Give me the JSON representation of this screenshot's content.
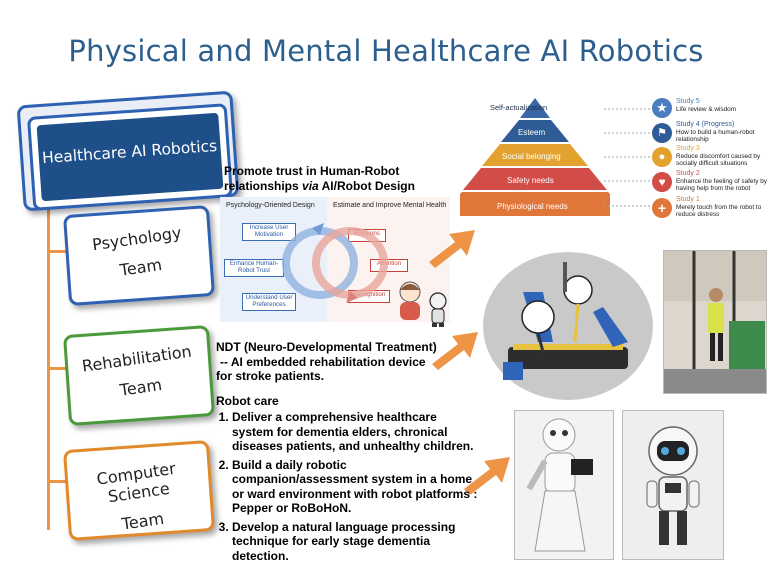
{
  "title": "Physical and Mental Healthcare AI Robotics",
  "hierarchy": {
    "root": "Healthcare AI Robotics",
    "teams": [
      {
        "line1": "Psychology",
        "line2": "Team"
      },
      {
        "line1": "Rehabilitation",
        "line2": "Team"
      },
      {
        "line1": "Computer Science",
        "line2": "Team"
      }
    ]
  },
  "colors": {
    "title": "#2d5f8e",
    "psychology_border": "#2f61b3",
    "rehab_border": "#4a9a3c",
    "cs_border": "#e08a2c",
    "arrow": "#ee9446"
  },
  "psychology": {
    "heading_line1": "Promote trust in Human-Robot",
    "heading_line2_a": "relationships ",
    "heading_line2_via": "via",
    "heading_line2_b": " AI/Robot Design",
    "diagram": {
      "left_title": "Psychology-Oriented Design",
      "right_title": "Estimate and Improve Mental Health",
      "left_boxes": [
        "Increase User Motivation",
        "Enhance Human-Robot Trust",
        "Understand User Preferences"
      ],
      "right_boxes": [
        "Emotions",
        "Attention",
        "Recognition"
      ]
    }
  },
  "pyramid": {
    "levels": [
      "Self-actualization",
      "Esteem",
      "Social belonging",
      "Safety needs",
      "Physiological needs"
    ],
    "studies": [
      {
        "label": "Study 5",
        "desc": "Life review & wisdom",
        "icon": "star-icon",
        "color": "#4a7ebf"
      },
      {
        "label": "Study 4 (Progress)",
        "desc": "How to build a human-robot relationship",
        "icon": "flag-icon",
        "color": "#2f5b96"
      },
      {
        "label": "Study 3",
        "desc": "Reduce discomfort caused by socially difficult situations",
        "icon": "person-icon",
        "color": "#e3a22f"
      },
      {
        "label": "Study 2",
        "desc": "Enhance the feeling of safety by having help from the robot",
        "icon": "heart-icon",
        "color": "#d24c48"
      },
      {
        "label": "Study 1",
        "desc": "Merely touch from the robot to reduce distress",
        "icon": "plus-icon",
        "color": "#e0763a"
      }
    ]
  },
  "rehab": {
    "line1": "NDT (Neuro-Developmental Treatment)",
    "line2": "-- AI embedded rehabilitation device",
    "line3": "for stroke patients."
  },
  "robotcare": {
    "heading": "Robot care",
    "items": [
      "Deliver a comprehensive healthcare system for dementia elders, chronical diseases patients, and unhealthy children.",
      "Build a daily robotic companion/assessment system in a home or ward environment with robot platforms : Pepper or RoBoHoN.",
      "Develop a natural language processing technique for early stage dementia detection."
    ]
  }
}
